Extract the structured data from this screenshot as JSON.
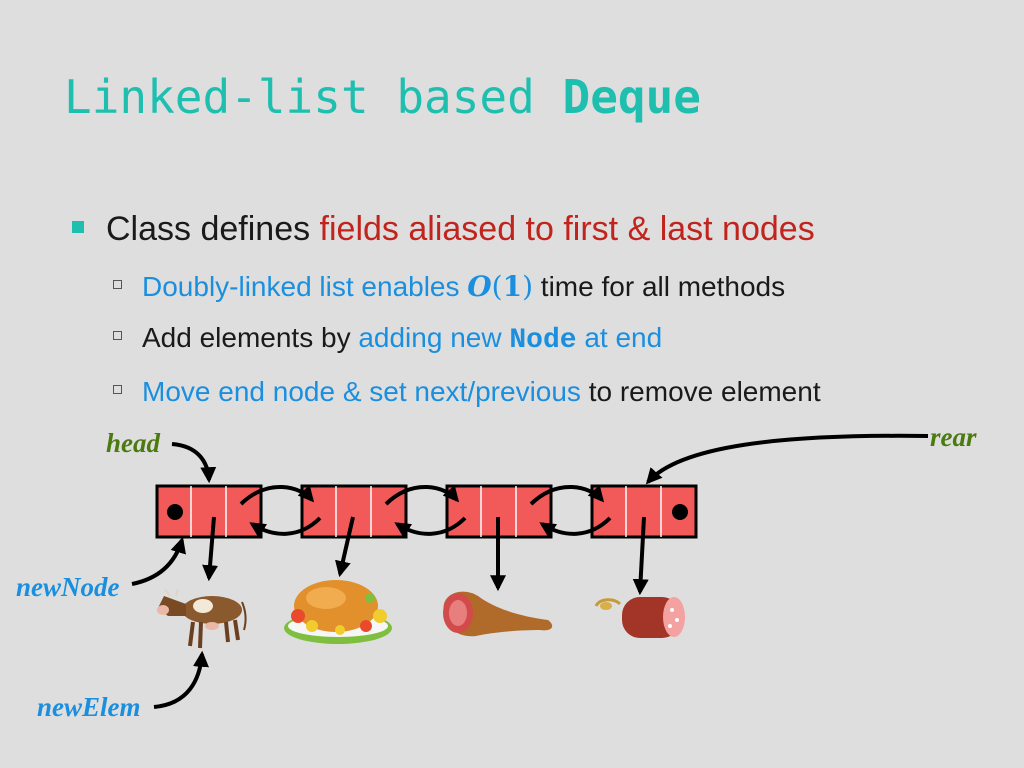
{
  "title": {
    "text": "Linked-list based ",
    "code": "Deque"
  },
  "bullet1": {
    "plain": "Class defines ",
    "highlight": "fields aliased to first & last nodes"
  },
  "sub1": {
    "highlight": "Doubly-linked list enables ",
    "o": "O",
    "open": "(",
    "one": "1",
    "close": ")",
    "rest": " time for all methods"
  },
  "sub2": {
    "plain": "Add elements by ",
    "highlight": "adding new ",
    "code": "Node",
    "tail": " at end"
  },
  "sub3": {
    "highlight": "Move end node & set next/previous",
    "rest": " to remove element"
  },
  "labels": {
    "head": "head",
    "rear": "rear",
    "newNode": "newNode",
    "newElem": "newElem"
  },
  "colors": {
    "accent": "#1fbfb0",
    "node_fill": "#f25a5a",
    "label_green": "#4a7a10",
    "label_blue": "#1a8fe0",
    "highlight_red": "#c0241d"
  },
  "elements": [
    "cow",
    "roast-turkey",
    "ham-leg",
    "sausage"
  ]
}
